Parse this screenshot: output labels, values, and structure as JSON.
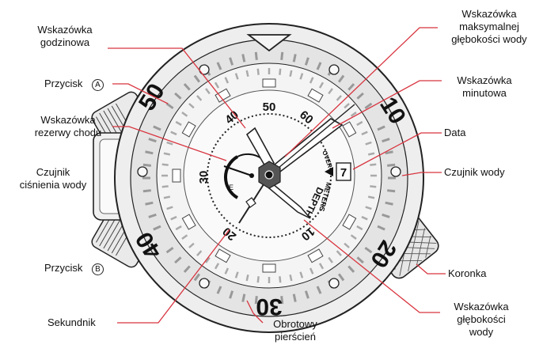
{
  "labels": {
    "hour_hand": [
      "Wskazówka",
      "godzinowa"
    ],
    "button_a": "Przycisk",
    "power_reserve": [
      "Wskazówka",
      "rezerwy chodu"
    ],
    "pressure_sensor": [
      "Czujnik",
      "ciśnienia wody"
    ],
    "button_b": "Przycisk",
    "second_hand": "Sekundnik",
    "rotating_ring": [
      "Obrotowy",
      "pierścień"
    ],
    "max_depth_hand": [
      "Wskazówka",
      "maksymalnej",
      "głębokości wody"
    ],
    "minute_hand": [
      "Wskazówka",
      "minutowa"
    ],
    "date": "Data",
    "water_sensor": "Czujnik wody",
    "crown": "Koronka",
    "depth_hand": [
      "Wskazówka",
      "głębokości",
      "wody"
    ]
  },
  "button_letters": {
    "a": "A",
    "b": "B"
  },
  "bezel_numbers": {
    "n50": "50",
    "n10": "10",
    "n20": "20",
    "n30": "30",
    "n40": "40"
  },
  "dial": {
    "n50": "50",
    "n40": "40",
    "n60": "60",
    "n30": "30",
    "n20": "20",
    "n10": "10",
    "date_value": "7",
    "over": "OVER",
    "meters": "METERS",
    "depth": "DEPTH",
    "reserve_e": "E"
  },
  "colors": {
    "leader_line": "#d8343f",
    "outline": "#222222",
    "case": "#eeeeee",
    "bezel": "#e4e4e4"
  }
}
